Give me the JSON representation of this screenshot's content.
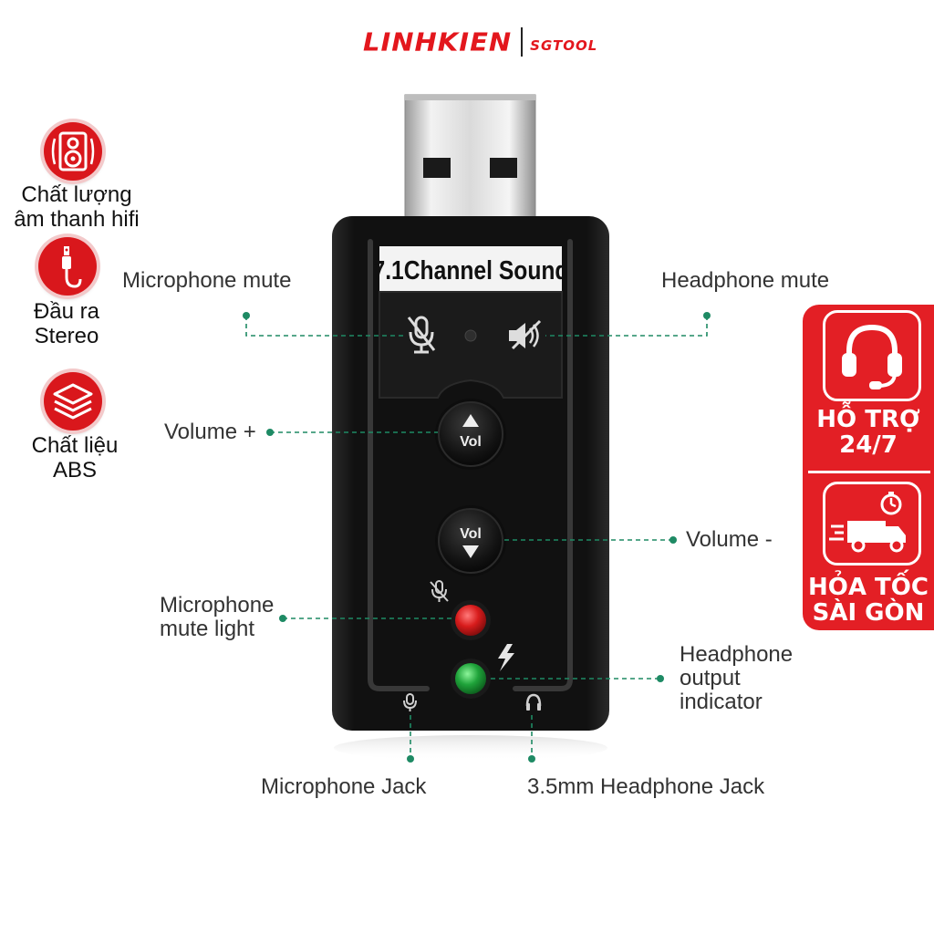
{
  "brand": {
    "name": "LINHKIEN",
    "sub": "SGTOOL"
  },
  "features": [
    {
      "icon": "speaker-icon",
      "line1": "Chất lượng",
      "line2": "âm thanh hifi"
    },
    {
      "icon": "audio-jack-icon",
      "line1": "Đầu ra",
      "line2": "Stereo"
    },
    {
      "icon": "layers-icon",
      "line1": "Chất liệu",
      "line2": "ABS"
    }
  ],
  "device": {
    "title": "7.1Channel Sound",
    "vol_up": "Vol",
    "vol_down": "Vol"
  },
  "callouts": {
    "mic_mute": "Microphone mute",
    "headphone_mute": "Headphone mute",
    "volume_plus": "Volume +",
    "volume_minus": "Volume -",
    "mic_mute_light_1": "Microphone",
    "mic_mute_light_2": "mute light",
    "headphone_output_1": "Headphone",
    "headphone_output_2": "output",
    "headphone_output_3": "indicator",
    "mic_jack": "Microphone Jack",
    "headphone_jack": "3.5mm Headphone Jack"
  },
  "panel": {
    "support_1": "HỖ TRỢ",
    "support_2": "24/7",
    "express_1": "HỎA TỐC",
    "express_2": "SÀI GÒN"
  },
  "colors": {
    "brand_red": "#e3171d",
    "callout_line": "#1e8a64",
    "device_black": "#141414",
    "led_red": "#d81c1c",
    "led_green": "#1fa33a"
  }
}
